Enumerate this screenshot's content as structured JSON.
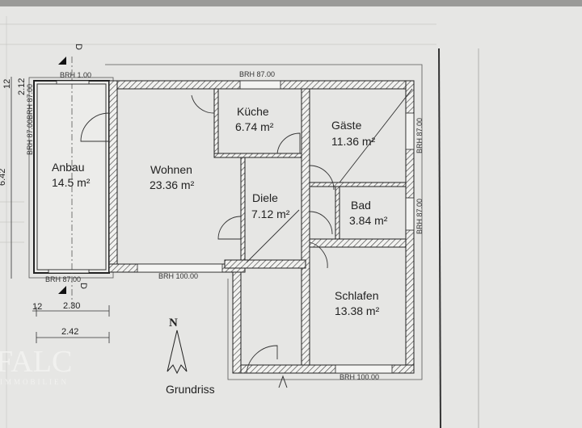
{
  "title": "Grundriss",
  "north_label": "N",
  "watermark": {
    "line1": "FALC",
    "line2": "IMMOBILIEN"
  },
  "section_marker": "D",
  "rooms": [
    {
      "name": "Küche",
      "area": "6.74 m²"
    },
    {
      "name": "Gäste",
      "area": "11.36 m²"
    },
    {
      "name": "Anbau",
      "area": "14.5 m²"
    },
    {
      "name": "Wohnen",
      "area": "23.36 m²"
    },
    {
      "name": "Diele",
      "area": "7.12 m²"
    },
    {
      "name": "Bad",
      "area": "3.84 m²"
    },
    {
      "name": "Schlafen",
      "area": "13.38 m²"
    }
  ],
  "window_labels": {
    "top": "BRH 87.00",
    "anbau_top": "BRH 1.00",
    "anbau_bottom": "BRH 87.00",
    "anbau_left": "BRH 87.00BRH 87.00",
    "wohnen_bottom": "BRH 100.00",
    "gaeste_right": "BRH 87.00",
    "bad_right": "BRH 87.00",
    "schlafen_bottom": "BRH 100.00"
  },
  "dimensions": {
    "left_12": "12",
    "left_212": "2.12",
    "left_642": "6.42",
    "bottom_12": "12",
    "bottom_230": "2.30",
    "bottom_242": "2.42"
  }
}
